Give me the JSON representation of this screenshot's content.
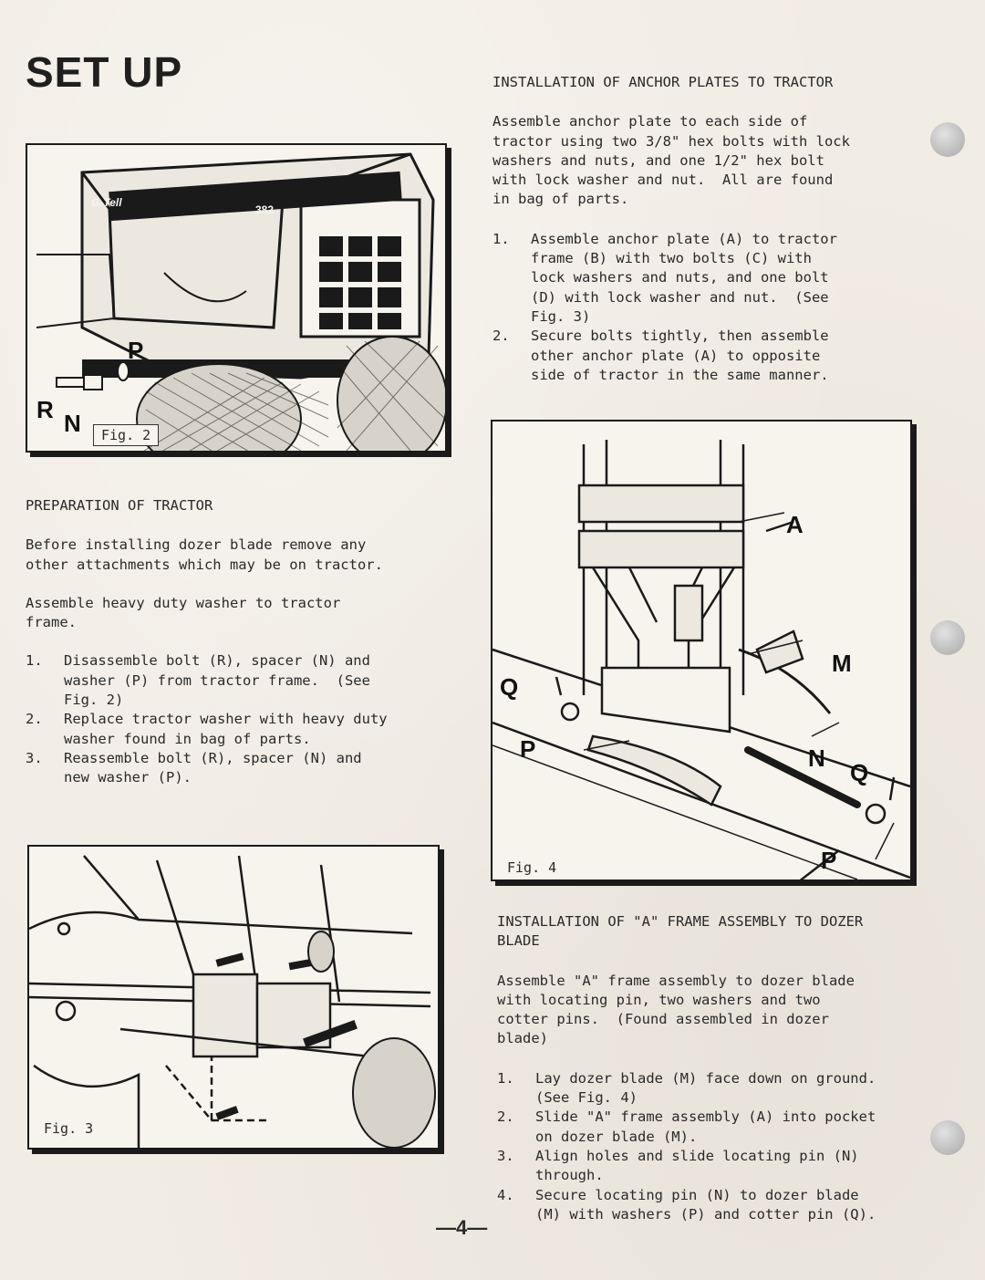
{
  "title": "SET UP",
  "page_number": "—4—",
  "left": {
    "heading": "PREPARATION OF TRACTOR",
    "para1": "Before installing dozer blade remove any\nother attachments which may be on tractor.",
    "para2": "Assemble heavy duty washer to tractor\nframe.",
    "steps": [
      {
        "num": "1.",
        "text": "Disassemble bolt (R), spacer (N) and\nwasher (P) from tractor frame.  (See\nFig. 2)"
      },
      {
        "num": "2.",
        "text": "Replace tractor washer with heavy duty\nwasher found in bag of parts."
      },
      {
        "num": "3.",
        "text": "Reassemble bolt (R), spacer (N) and\nnew washer (P)."
      }
    ]
  },
  "right": {
    "heading1": "INSTALLATION OF ANCHOR PLATES TO TRACTOR",
    "para1": "Assemble anchor plate to each side of\ntractor using two 3/8\" hex bolts with lock\nwashers and nuts, and one 1/2\" hex bolt\nwith lock washer and nut.  All are found\nin bag of parts.",
    "steps1": [
      {
        "num": "1.",
        "text": "Assemble anchor plate (A) to tractor\nframe (B) with two bolts (C) with\nlock washers and nuts, and one bolt\n(D) with lock washer and nut.  (See\nFig. 3)"
      },
      {
        "num": "2.",
        "text": "Secure bolts tightly, then assemble\nother anchor plate (A) to opposite\nside of tractor in the same manner."
      }
    ],
    "heading2": "INSTALLATION OF \"A\" FRAME ASSEMBLY TO DOZER\nBLADE",
    "para2": "Assemble \"A\" frame assembly to dozer blade\nwith locating pin, two washers and two\ncotter pins.  (Found assembled in dozer\nblade)",
    "steps2": [
      {
        "num": "1.",
        "text": "Lay dozer blade (M) face down on ground.\n(See Fig. 4)"
      },
      {
        "num": "2.",
        "text": "Slide \"A\" frame assembly (A) into pocket\non dozer blade (M)."
      },
      {
        "num": "3.",
        "text": "Align holes and slide locating pin (N)\nthrough."
      },
      {
        "num": "4.",
        "text": "Secure locating pin (N) to dozer blade\n(M) with washers (P) and cotter pin (Q)."
      }
    ]
  },
  "figures": {
    "fig2": {
      "label": "Fig. 2",
      "brand": "G-Tell",
      "model": "382",
      "callouts": [
        "P",
        "R",
        "N"
      ]
    },
    "fig3": {
      "label": "Fig. 3"
    },
    "fig4": {
      "label": "Fig. 4",
      "callouts": [
        "A",
        "M",
        "Q",
        "P",
        "N",
        "Q",
        "P"
      ]
    }
  }
}
